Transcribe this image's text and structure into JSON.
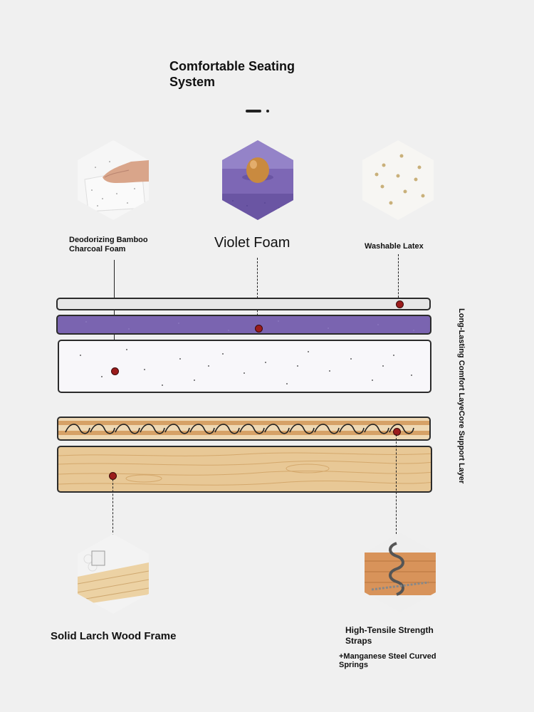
{
  "header": {
    "title": "Comfortable Seating System"
  },
  "features": {
    "bamboo": "Deodorizing Bamboo Charcoal Foam",
    "violet": "Violet Foam",
    "latex": "Washable Latex",
    "larch": "Solid Larch Wood Frame",
    "straps": "High-Tensile Strength Straps",
    "springs": "+Manganese Steel Curved Springs"
  },
  "side_label": "Long-Lasting Comfort LayeCore Support Layer",
  "icons": {
    "bamboo": "hand-pressing-foam-icon",
    "violet": "egg-on-violet-foam-icon",
    "latex": "latex-sheet-icon",
    "larch": "wood-frame-icon",
    "springs": "curved-spring-icon"
  },
  "colors": {
    "background": "#f0f0f0",
    "violet": "#7a64b0",
    "wood": "#e7c795",
    "pin": "#9b1c1c"
  }
}
